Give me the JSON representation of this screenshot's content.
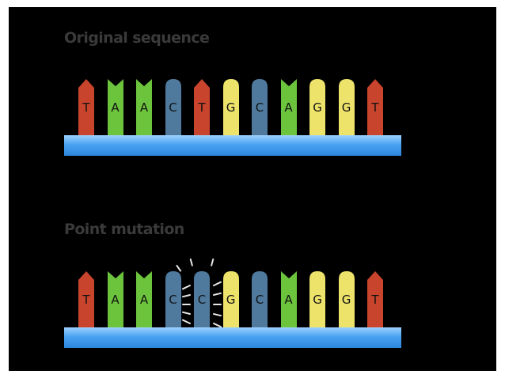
{
  "colors": {
    "A": "#6cc43d",
    "T": "#c8442c",
    "G": "#eee36a",
    "C": "#4f7a9e",
    "strand": "#3b96e8",
    "background": "#000000",
    "title": "#3a3a3a"
  },
  "sections": [
    {
      "title": "Original sequence",
      "bases": [
        "T",
        "A",
        "A",
        "C",
        "T",
        "G",
        "C",
        "A",
        "G",
        "G",
        "T"
      ],
      "highlight_index": null
    },
    {
      "title": "Point mutation",
      "bases": [
        "T",
        "A",
        "A",
        "C",
        "C",
        "G",
        "C",
        "A",
        "G",
        "G",
        "T"
      ],
      "highlight_index": 4
    }
  ]
}
